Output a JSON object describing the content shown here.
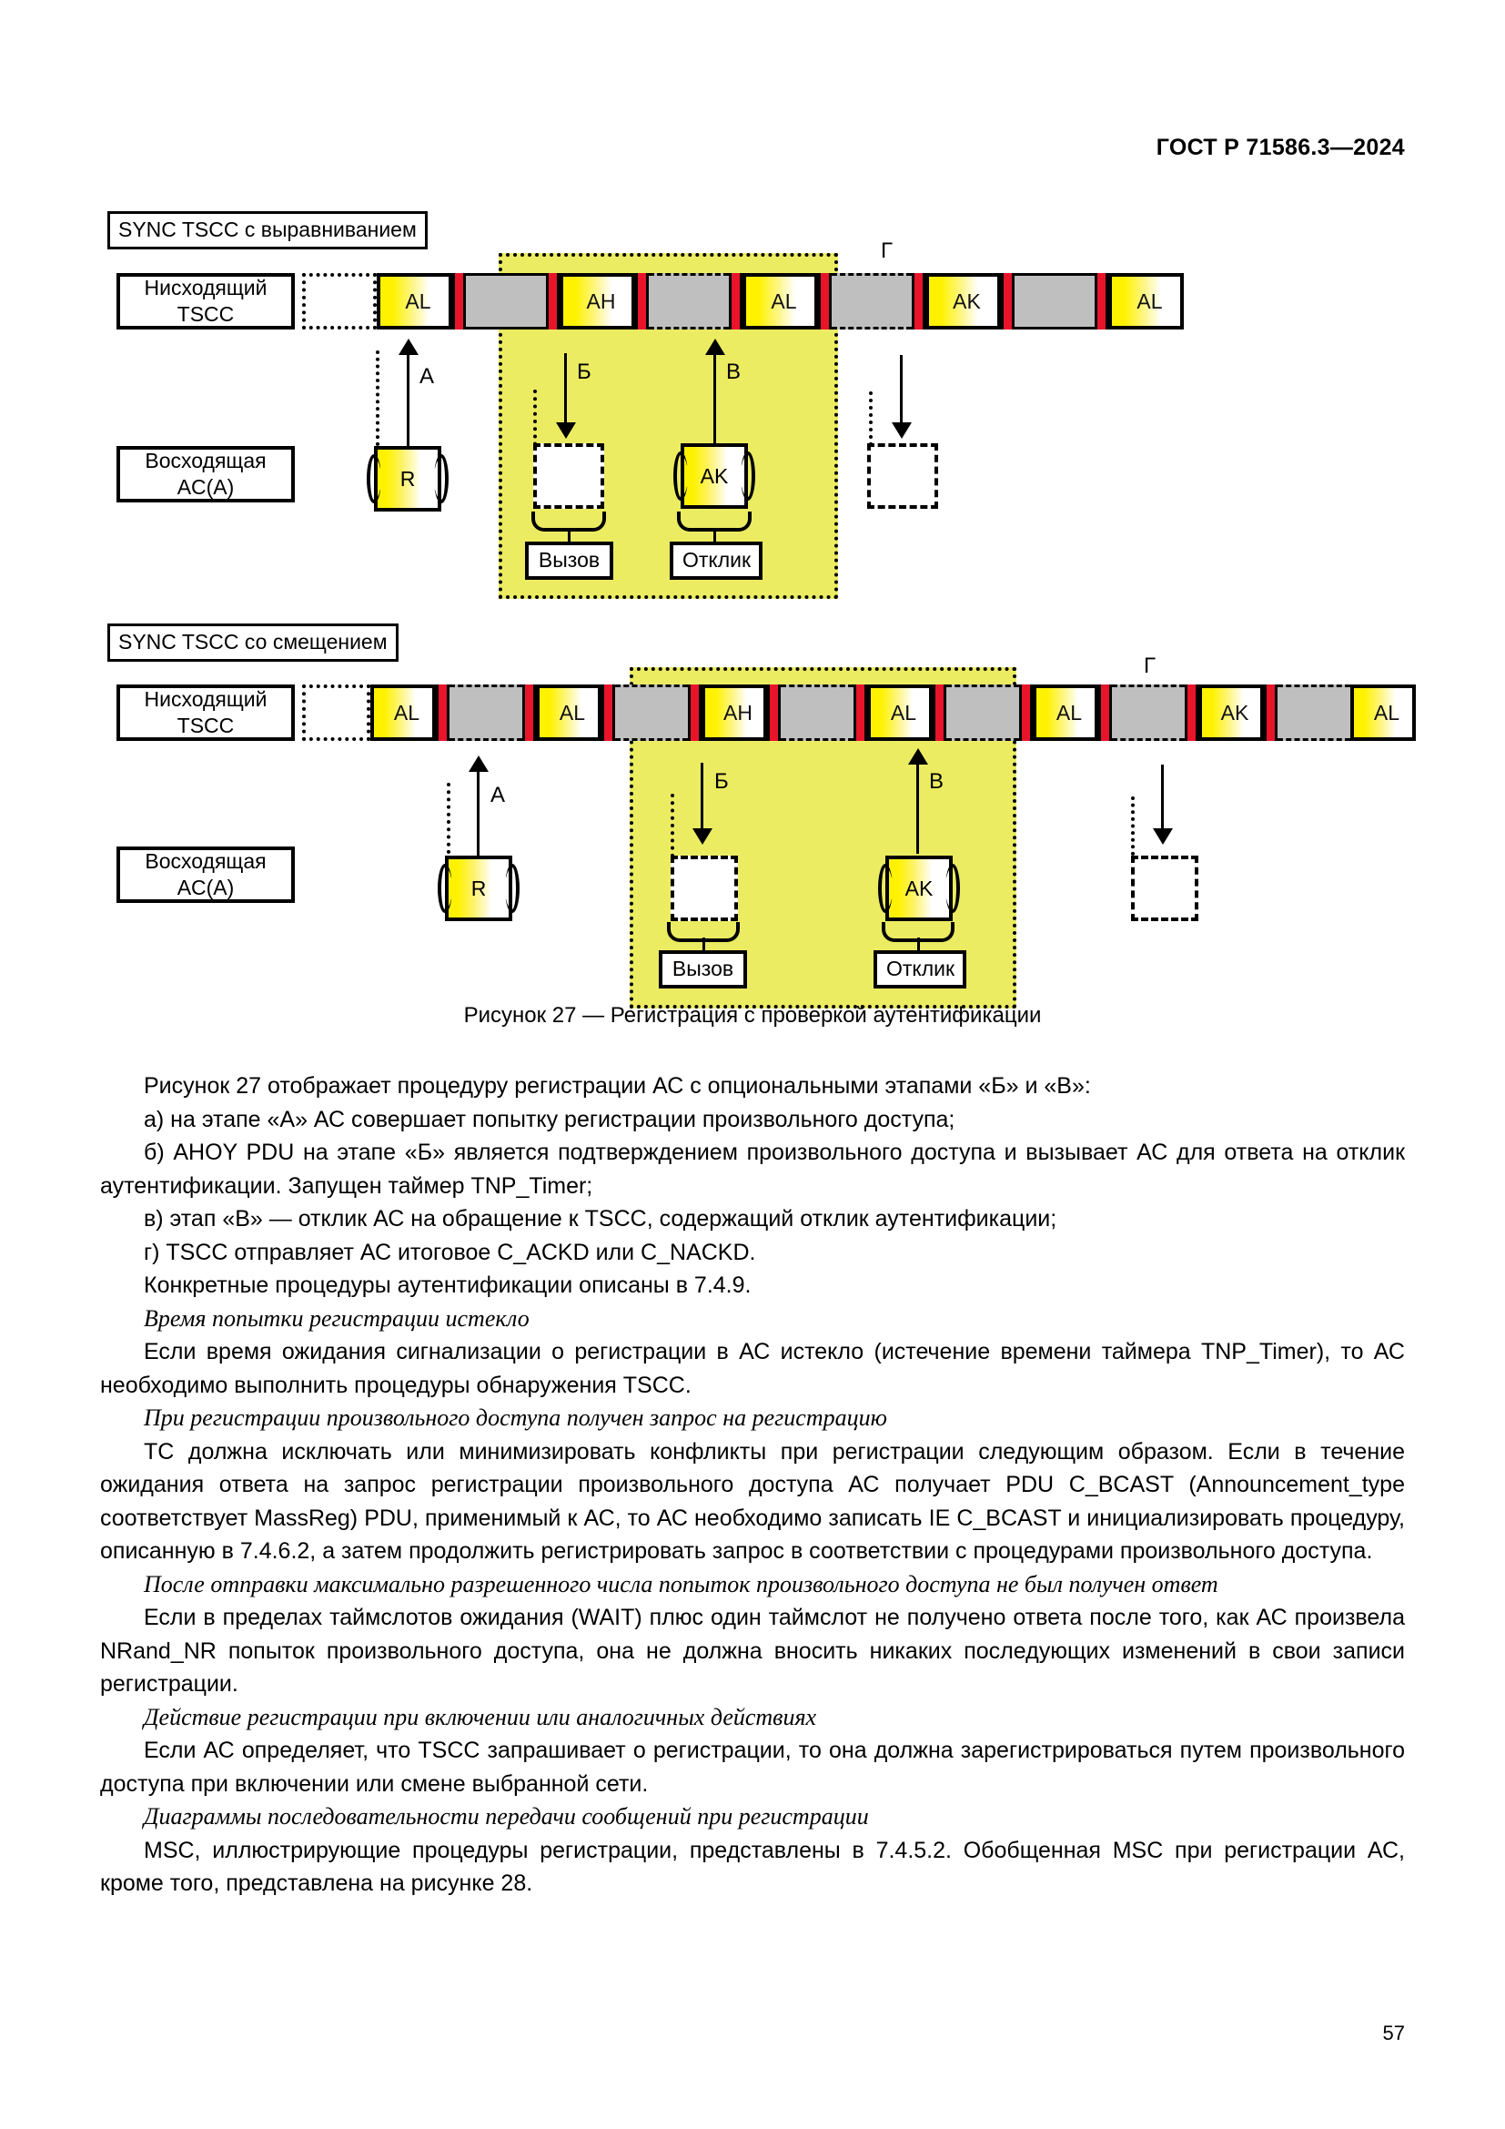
{
  "header": {
    "standard_number": "ГОСТ Р 71586.3—2024",
    "page_number": "57"
  },
  "figure": {
    "caption": "Рисунок 27 — Регистрация с проверкой аутентификации",
    "diagram1": {
      "sync_tag": "SYNC TSCC с выравниванием",
      "downlink_label": "Нисходящий\nTSCC",
      "uplink_label": "Восходящая\nAC(A)",
      "slots": [
        "AL",
        "AH",
        "AL",
        "AK",
        "AL"
      ],
      "gamma_marker": "Г",
      "steps": [
        {
          "id": "A",
          "label": "А",
          "direction": "up",
          "box": "R"
        },
        {
          "id": "B",
          "label": "Б",
          "direction": "down",
          "box": "",
          "message": "Вызов"
        },
        {
          "id": "V",
          "label": "В",
          "direction": "up",
          "box": "AK",
          "message": "Отклик"
        },
        {
          "id": "G",
          "label": "",
          "direction": "down",
          "box": ""
        }
      ]
    },
    "diagram2": {
      "sync_tag": "SYNC TSCC со смещением",
      "downlink_label": "Нисходящий\nTSCC",
      "uplink_label": "Восходящая\nAC(A)",
      "slots": [
        "AL",
        "AL",
        "AH",
        "AL",
        "AL",
        "AK",
        "AL"
      ],
      "gamma_marker": "Г",
      "steps": [
        {
          "id": "A",
          "label": "А",
          "direction": "up",
          "box": "R"
        },
        {
          "id": "B",
          "label": "Б",
          "direction": "down",
          "box": "",
          "message": "Вызов"
        },
        {
          "id": "V",
          "label": "В",
          "direction": "up",
          "box": "AK",
          "message": "Отклик"
        },
        {
          "id": "G",
          "label": "",
          "direction": "down",
          "box": ""
        }
      ]
    }
  },
  "body": {
    "p1": "Рисунок 27 отображает процедуру регистрации АС с опциональными этапами «Б» и «В»:",
    "p2": "а)  на этапе «А» АС совершает попытку регистрации произвольного доступа;",
    "p3": "б)  AHOY PDU на этапе «Б» является подтверждением произвольного доступа и вызывает АС для ответа на отклик аутентификации. Запущен таймер TNP_Timer;",
    "p4": "в)  этап «В» — отклик АС на обращение к TSCC, содержащий отклик аутентификации;",
    "p5": "г)  TSCC отправляет АС итоговое C_ACKD или C_NACKD.",
    "p6": "Конкретные процедуры аутентификации описаны в 7.4.9.",
    "h1": "Время попытки регистрации истекло",
    "p7": "Если время ожидания сигнализации о регистрации в АС истекло (истечение времени таймера TNP_Timer), то АС необходимо выполнить процедуры обнаружения TSCC.",
    "h2": "При регистрации произвольного доступа получен запрос на регистрацию",
    "p8": "ТС должна исключать или минимизировать конфликты при регистрации следующим образом. Если в течение ожидания ответа на запрос регистрации произвольного доступа АС получает PDU C_BCAST (Announcement_type соответствует MassReg) PDU, применимый к АС, то АС необходимо записать IE C_BCAST и инициализировать процедуру, описанную в 7.4.6.2, а затем продолжить регистрировать запрос в соответствии с процедурами произвольного доступа.",
    "h3": "После отправки максимально разрешенного числа попыток произвольного доступа не был получен ответ",
    "p9": "Если в пределах таймслотов ожидания (WAIT) плюс один таймслот не получено ответа после того, как АС произвела NRand_NR попыток произвольного доступа, она не должна вносить никаких последующих изменений в свои записи регистрации.",
    "h4": "Действие регистрации при включении или аналогичных действиях",
    "p10": "Если АС определяет, что TSCC запрашивает о регистрации, то она должна зарегистрироваться путем произвольного доступа при включении или смене выбранной сети.",
    "h5": "Диаграммы последовательности передачи сообщений при регистрации",
    "p11": "MSC, иллюстрирующие процедуры регистрации, представлены в 7.4.5.2. Обобщенная MSC при регистрации АС, кроме того, представлена на рисунке 28."
  },
  "colors": {
    "burst_yellow": "#fff200",
    "red_marker": "#e8142a",
    "gray_slot": "#bfbfbf",
    "highlight": "#ecec63"
  }
}
